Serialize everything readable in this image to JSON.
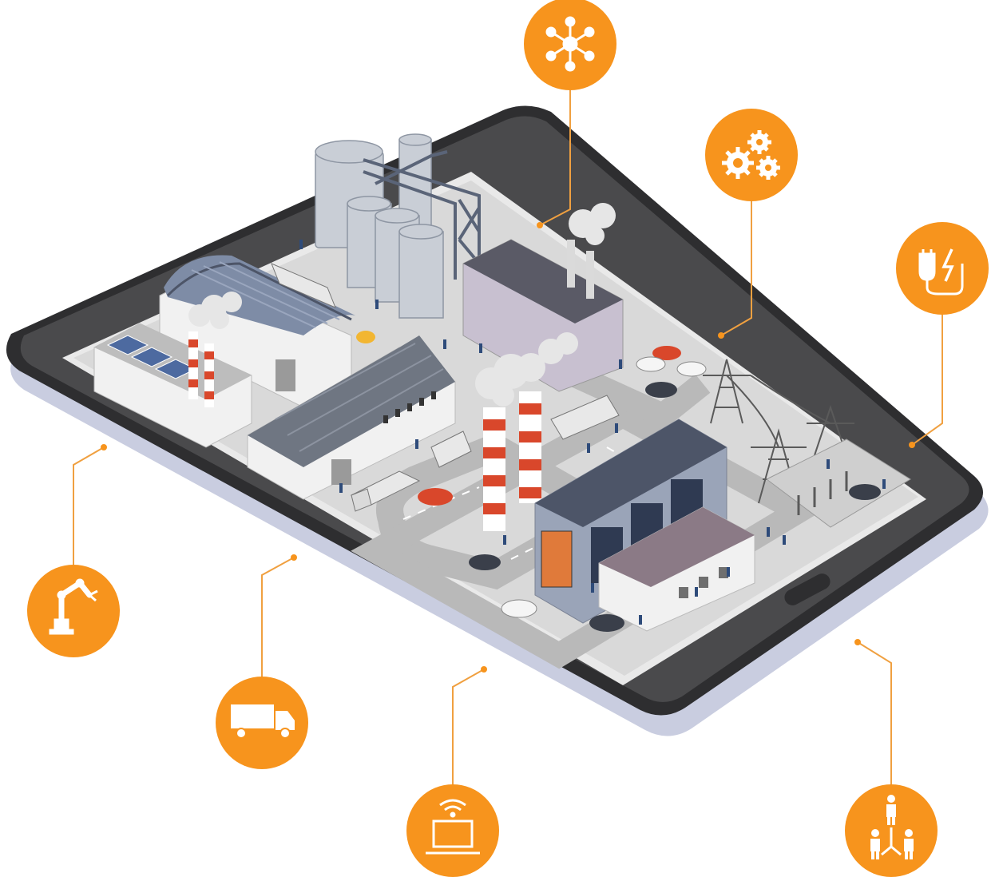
{
  "colors": {
    "accent": "#F7941D",
    "accent_line": "#F0A040",
    "tablet_body": "#4A4A4C",
    "tablet_edge": "#2E2E30",
    "tablet_shadow": "#C9CDE0",
    "ground": "#D9D9D9",
    "road": "#B9B9B9",
    "roof_dark": "#4D5568",
    "roof_blue": "#7E8CA6",
    "wall_light": "#F1F1F1",
    "wall_gray": "#9A9A9A",
    "silo": "#C9CED6",
    "chimney_red": "#D9472B",
    "smoke": "#E6E6E6"
  },
  "nodes": [
    {
      "id": "network",
      "icon": "network-hub-icon"
    },
    {
      "id": "automation",
      "icon": "gears-icon"
    },
    {
      "id": "energy",
      "icon": "power-plug-icon"
    },
    {
      "id": "robotics",
      "icon": "robot-arm-icon"
    },
    {
      "id": "logistics",
      "icon": "delivery-truck-icon"
    },
    {
      "id": "connectivity",
      "icon": "wifi-laptop-icon"
    },
    {
      "id": "workforce",
      "icon": "people-hierarchy-icon"
    }
  ],
  "scene": {
    "subject": "smart-factory-on-tablet",
    "elements": [
      "silos",
      "warehouses",
      "chimneys",
      "power-plant",
      "electric-pylons",
      "trucks",
      "cars",
      "workers",
      "roads",
      "solar-panels"
    ]
  }
}
